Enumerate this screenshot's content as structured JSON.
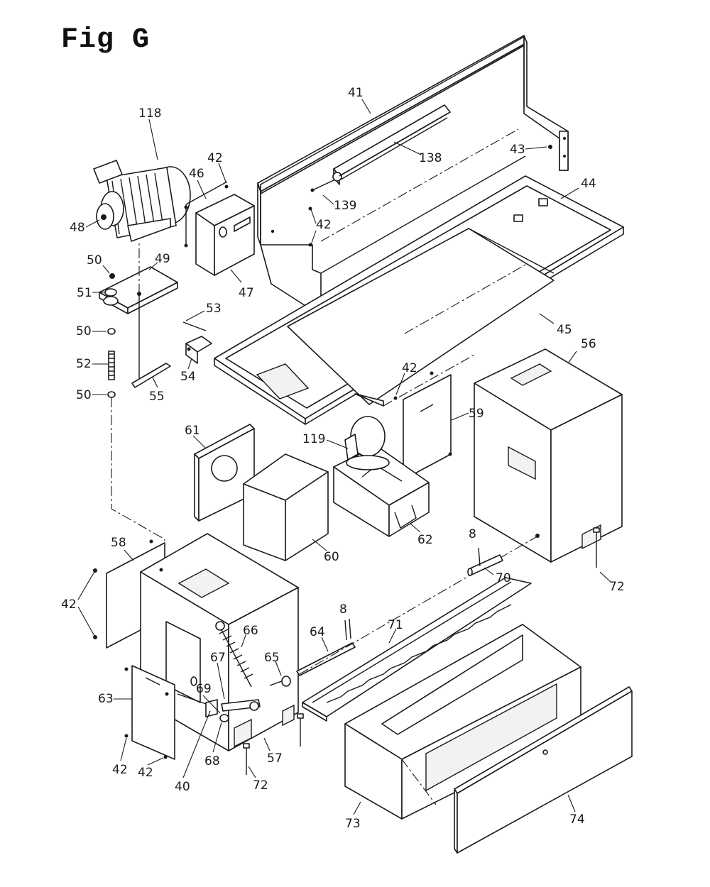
{
  "title": "Fig G",
  "labels": [
    {
      "id": "41",
      "text": "41"
    },
    {
      "id": "118",
      "text": "118"
    },
    {
      "id": "42a",
      "text": "42"
    },
    {
      "id": "46",
      "text": "46"
    },
    {
      "id": "138",
      "text": "138"
    },
    {
      "id": "43",
      "text": "43"
    },
    {
      "id": "44",
      "text": "44"
    },
    {
      "id": "139",
      "text": "139"
    },
    {
      "id": "42b",
      "text": "42"
    },
    {
      "id": "48",
      "text": "48"
    },
    {
      "id": "47",
      "text": "47"
    },
    {
      "id": "50a",
      "text": "50"
    },
    {
      "id": "49",
      "text": "49"
    },
    {
      "id": "51",
      "text": "51"
    },
    {
      "id": "53",
      "text": "53"
    },
    {
      "id": "45",
      "text": "45"
    },
    {
      "id": "50b",
      "text": "50"
    },
    {
      "id": "56",
      "text": "56"
    },
    {
      "id": "52",
      "text": "52"
    },
    {
      "id": "54",
      "text": "54"
    },
    {
      "id": "42c",
      "text": "42"
    },
    {
      "id": "50c",
      "text": "50"
    },
    {
      "id": "55",
      "text": "55"
    },
    {
      "id": "59",
      "text": "59"
    },
    {
      "id": "61",
      "text": "61"
    },
    {
      "id": "119",
      "text": "119"
    },
    {
      "id": "62",
      "text": "62"
    },
    {
      "id": "58",
      "text": "58"
    },
    {
      "id": "60",
      "text": "60"
    },
    {
      "id": "8a",
      "text": "8"
    },
    {
      "id": "70",
      "text": "70"
    },
    {
      "id": "72a",
      "text": "72"
    },
    {
      "id": "42d",
      "text": "42"
    },
    {
      "id": "66",
      "text": "66"
    },
    {
      "id": "8b",
      "text": "8"
    },
    {
      "id": "71",
      "text": "71"
    },
    {
      "id": "64",
      "text": "64"
    },
    {
      "id": "65",
      "text": "65"
    },
    {
      "id": "67",
      "text": "67"
    },
    {
      "id": "69",
      "text": "69"
    },
    {
      "id": "63",
      "text": "63"
    },
    {
      "id": "68",
      "text": "68"
    },
    {
      "id": "57",
      "text": "57"
    },
    {
      "id": "42e",
      "text": "42"
    },
    {
      "id": "42f",
      "text": "42"
    },
    {
      "id": "40",
      "text": "40"
    },
    {
      "id": "72b",
      "text": "72"
    },
    {
      "id": "73",
      "text": "73"
    },
    {
      "id": "74",
      "text": "74"
    }
  ]
}
